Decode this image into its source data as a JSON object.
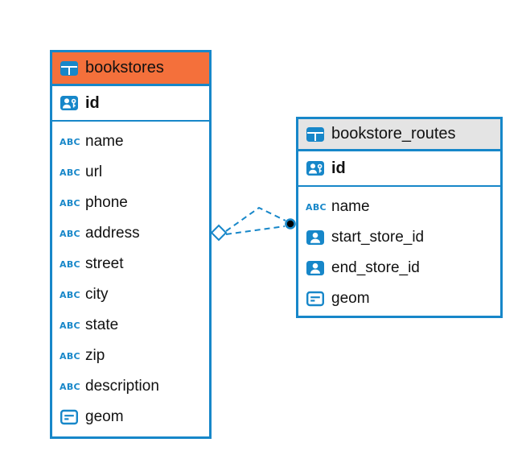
{
  "colors": {
    "accent_blue": "#1787C9",
    "bookstores_header": "#F4703B",
    "routes_header": "#E4E4E4",
    "connector": "#1787C9",
    "text": "#111111"
  },
  "icons": {
    "table": "grid-table-icon",
    "primary_key": "person-key-icon",
    "text_type": "abc-icon",
    "reference_type": "person-icon",
    "geometry_type": "geometry-icon"
  },
  "tables": [
    {
      "name": "bookstores",
      "primary_key": "id",
      "fields": [
        {
          "name": "name",
          "type": "text"
        },
        {
          "name": "url",
          "type": "text"
        },
        {
          "name": "phone",
          "type": "text"
        },
        {
          "name": "address",
          "type": "text"
        },
        {
          "name": "street",
          "type": "text"
        },
        {
          "name": "city",
          "type": "text"
        },
        {
          "name": "state",
          "type": "text"
        },
        {
          "name": "zip",
          "type": "text"
        },
        {
          "name": "description",
          "type": "text"
        },
        {
          "name": "geom",
          "type": "geometry"
        }
      ]
    },
    {
      "name": "bookstore_routes",
      "primary_key": "id",
      "fields": [
        {
          "name": "name",
          "type": "text"
        },
        {
          "name": "start_store_id",
          "type": "reference"
        },
        {
          "name": "end_store_id",
          "type": "reference"
        },
        {
          "name": "geom",
          "type": "geometry"
        }
      ]
    }
  ],
  "relationship": {
    "from_table": "bookstores",
    "to_table": "bookstore_routes",
    "line_style": "dashed",
    "from_marker": "diamond",
    "to_marker": "dot"
  }
}
